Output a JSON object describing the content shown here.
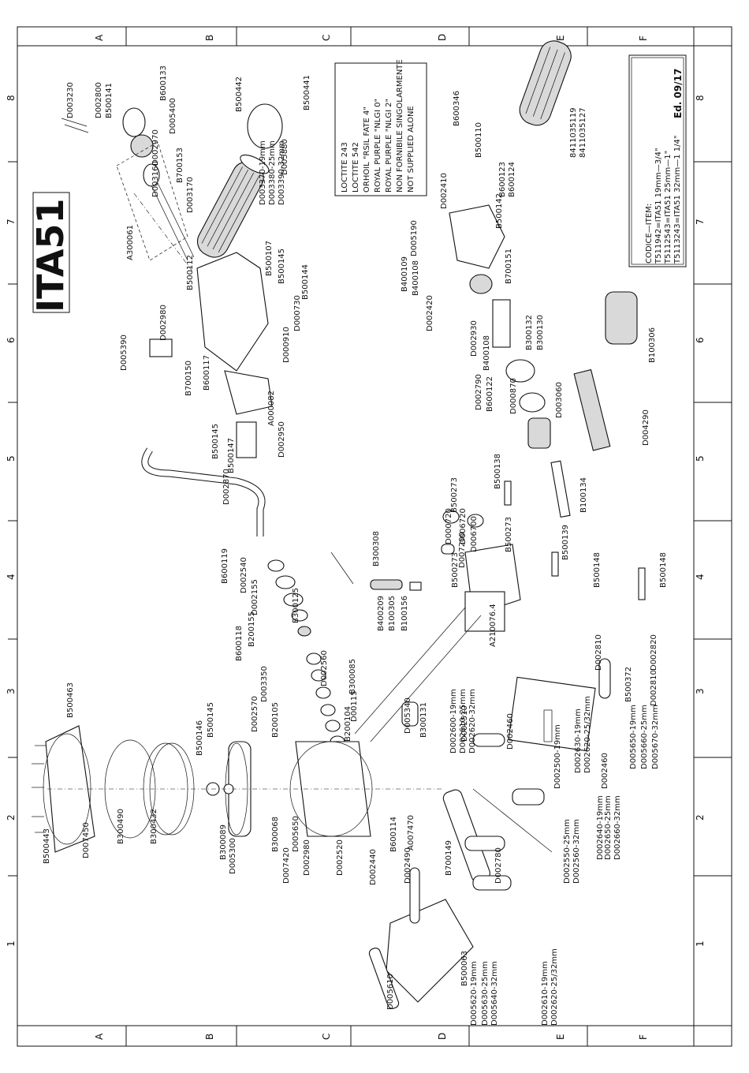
{
  "title": "ITA51",
  "grid": {
    "letters": [
      "A",
      "B",
      "C",
      "D",
      "E",
      "F"
    ],
    "numbers": [
      "1",
      "2",
      "3",
      "4",
      "5",
      "6",
      "7",
      "8"
    ]
  },
  "legend": {
    "items": [
      "LOCTITE 243",
      "LOCTITE 542",
      "ORHOIL \"RSIL FATE 4\"",
      "ROYAL PURPLE \"NLGI 0\"",
      "ROYAL PURPLE \"NLGI 2\"",
      "NON FORNIBILE SINGOLARMENTE",
      "NOT SUPPLIED ALONE"
    ]
  },
  "codes": {
    "heading": "CODICE—ITEM:",
    "rows": [
      "T511942=ITA51  19mm—3/4\"",
      "T5112543=ITA51  25mm—1\"",
      "T5113243=ITA51  32mm—1 1/4\""
    ],
    "edition": "Ed. 09/17"
  },
  "parts": [
    "D003230",
    "B500141",
    "D002800",
    "B600133",
    "D005400",
    "D002970",
    "B700153",
    "D003160",
    "D003170",
    "A300061",
    "B500112",
    "D002980",
    "D005390",
    "B700150",
    "B600117",
    "A000082",
    "D002950",
    "B500145",
    "B500147",
    "D002870",
    "B500442",
    "B500441",
    "D005880",
    "D003370-19mm",
    "D003380-25mm",
    "D003390-32mm",
    "B500107",
    "B500145",
    "B500144",
    "D000730",
    "D000910",
    "D005190",
    "B400109",
    "B400108",
    "D002420",
    "D002410",
    "D002930",
    "B400108",
    "B300132",
    "B300130",
    "D002790",
    "B600122",
    "D000870",
    "D003060",
    "B700151",
    "B500142",
    "B500110",
    "B600346",
    "B600123",
    "B600124",
    "8411035119",
    "8411035127",
    "B100306",
    "D004290",
    "B100134",
    "B500138",
    "D000720",
    "D006720",
    "B500273",
    "D006700",
    "D007200",
    "B500273",
    "B500273",
    "B300308",
    "B500139",
    "B500148",
    "A210076.4",
    "D002810",
    "B500148",
    "D002820",
    "D002810",
    "B400209",
    "B100305",
    "B100156",
    "B600119",
    "D002540",
    "B300125",
    "D002155",
    "B600118",
    "B200155",
    "D002560",
    "D003350",
    "B300085",
    "B200105",
    "D00115",
    "B200104",
    "B500463",
    "B500443",
    "D007450",
    "B300490",
    "B300432",
    "B300089",
    "D005300",
    "B500146",
    "B500145",
    "D002570",
    "B300068",
    "D005650",
    "D007420",
    "D002980",
    "D002520",
    "D005340",
    "B300131",
    "A007470",
    "B600114",
    "D002490",
    "B700149",
    "D002440",
    "D002510",
    "D002460",
    "D002600-19mm",
    "D002610-25mm",
    "D002620-32mm",
    "D002500-19mm",
    "D002550-25mm",
    "D002560-32mm",
    "D002630-19mm",
    "D002620-25/32mm",
    "D002640-19mm",
    "D002650-25mm",
    "D002660-32mm",
    "D005650-19mm",
    "D005660-25mm",
    "D005670-32mm",
    "B500372",
    "D002460",
    "D002780",
    "D005610",
    "B500063",
    "D005620-19mm",
    "D005630-25mm",
    "D005640-32mm",
    "D002610-19mm",
    "D002620-25/32mm"
  ]
}
